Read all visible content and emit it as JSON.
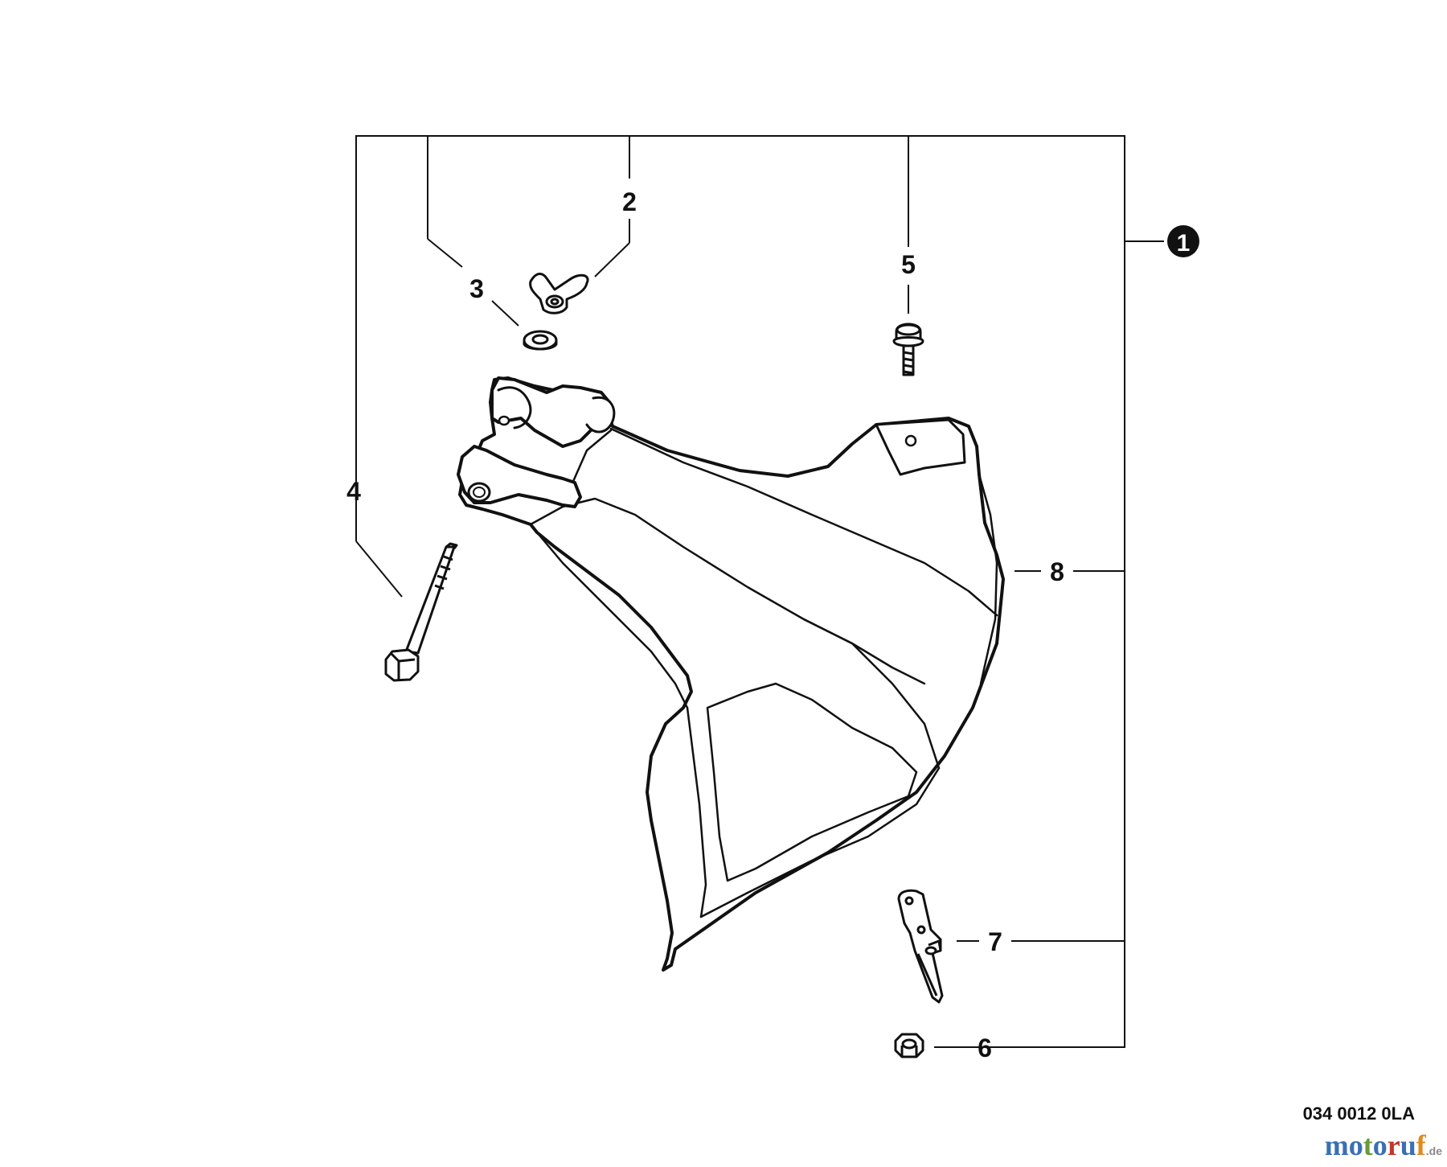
{
  "diagram": {
    "callouts": {
      "c1": "1",
      "c2": "2",
      "c3": "3",
      "c4": "4",
      "c5": "5",
      "c6": "6",
      "c7": "7",
      "c8": "8"
    },
    "drawing_code": "034 0012 0LA"
  },
  "watermark": {
    "letters": [
      "m",
      "o",
      "t",
      "o",
      "r",
      "u",
      "f"
    ],
    "letter_colors": [
      "#3a6fb5",
      "#3a6fb5",
      "#6a9a3a",
      "#3a6fb5",
      "#c0392b",
      "#3a6fb5",
      "#e08a1e"
    ],
    "tld": ".de"
  },
  "colors": {
    "ink": "#111111",
    "background": "#ffffff"
  }
}
